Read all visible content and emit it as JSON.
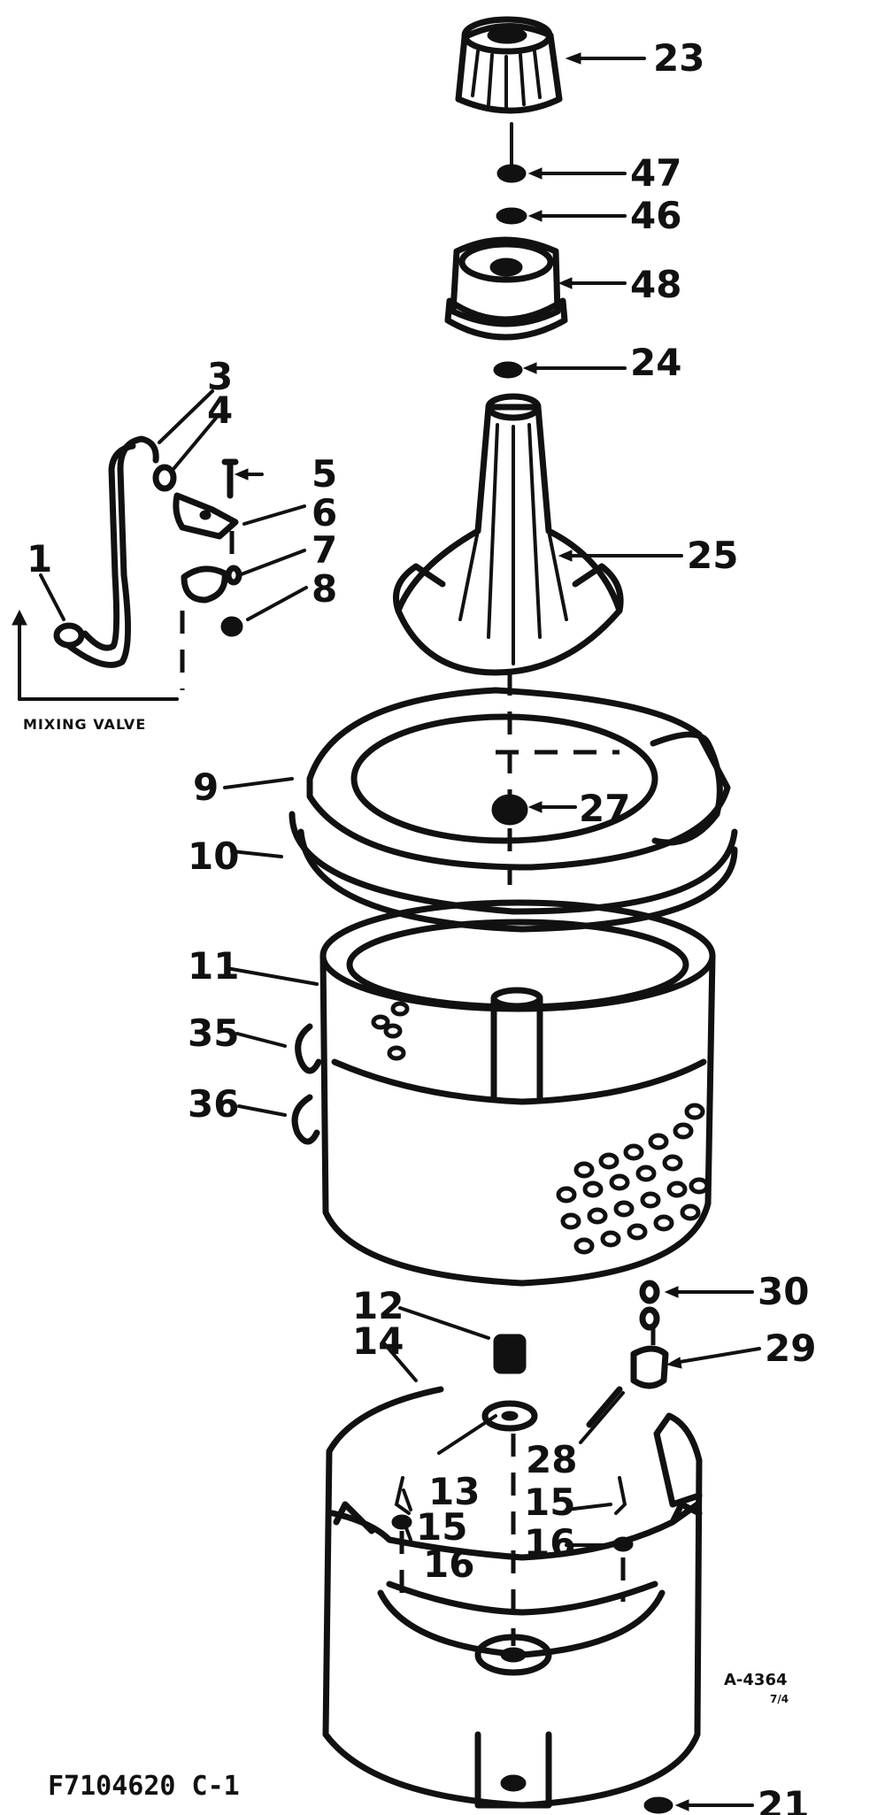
{
  "callouts": [
    {
      "id": "23",
      "text": "23"
    },
    {
      "id": "47",
      "text": "47"
    },
    {
      "id": "46",
      "text": "46"
    },
    {
      "id": "48",
      "text": "48"
    },
    {
      "id": "24",
      "text": "24"
    },
    {
      "id": "3",
      "text": "3"
    },
    {
      "id": "4",
      "text": "4"
    },
    {
      "id": "5",
      "text": "5"
    },
    {
      "id": "6",
      "text": "6"
    },
    {
      "id": "7",
      "text": "7"
    },
    {
      "id": "8",
      "text": "8"
    },
    {
      "id": "1",
      "text": "1"
    },
    {
      "id": "25",
      "text": "25"
    },
    {
      "id": "9",
      "text": "9"
    },
    {
      "id": "27",
      "text": "27"
    },
    {
      "id": "10",
      "text": "10"
    },
    {
      "id": "11",
      "text": "11"
    },
    {
      "id": "35",
      "text": "35"
    },
    {
      "id": "36",
      "text": "36"
    },
    {
      "id": "30",
      "text": "30"
    },
    {
      "id": "12",
      "text": "12"
    },
    {
      "id": "14",
      "text": "14"
    },
    {
      "id": "29",
      "text": "29"
    },
    {
      "id": "28",
      "text": "28"
    },
    {
      "id": "13",
      "text": "13"
    },
    {
      "id": "15a",
      "text": "15"
    },
    {
      "id": "16a",
      "text": "16"
    },
    {
      "id": "15b",
      "text": "15"
    },
    {
      "id": "16b",
      "text": "16"
    },
    {
      "id": "21",
      "text": "21"
    }
  ],
  "mixing_valve_label": "MIXING VALVE",
  "drawing_code": "A-4364",
  "drawing_code_sub": "7/4",
  "model_code": "F7104620 C-1"
}
